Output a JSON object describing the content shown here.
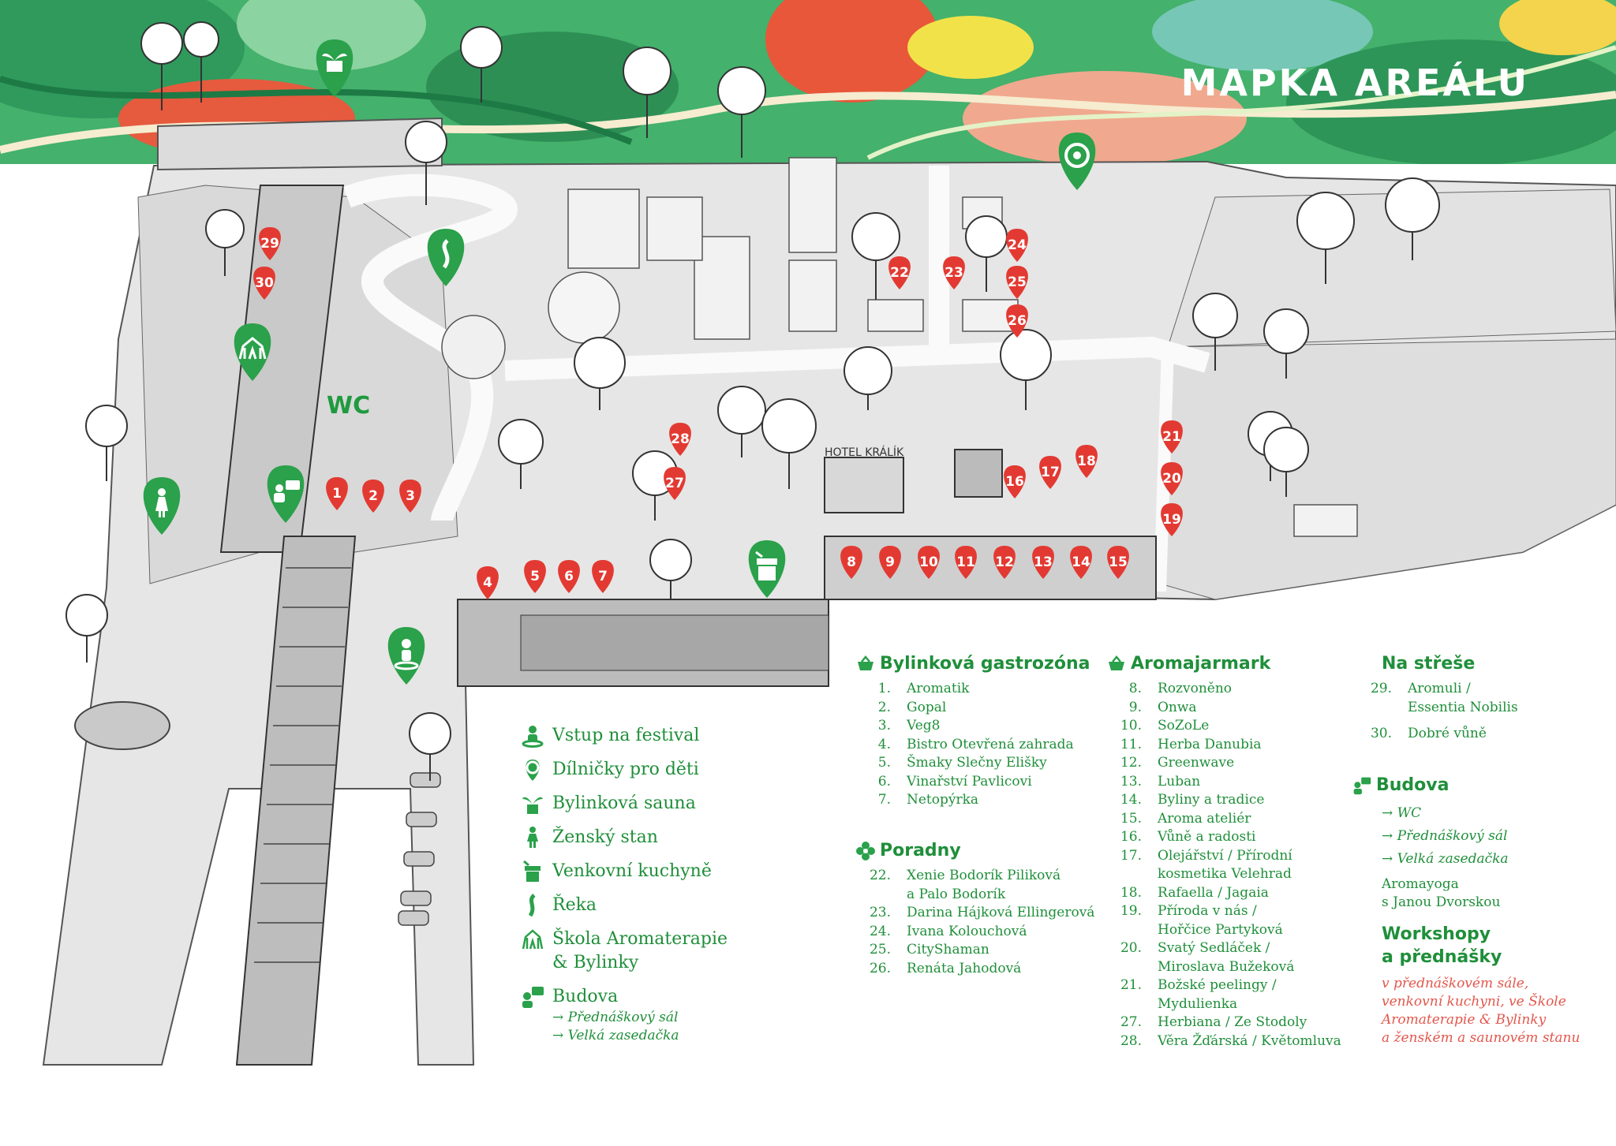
{
  "banner": {
    "title": "MAPKA AREÁLU"
  },
  "map": {
    "wc_label": "WC",
    "hotel_sign": "HOTEL KRÁLÍK",
    "pins": [
      "1",
      "2",
      "3",
      "4",
      "5",
      "6",
      "7",
      "8",
      "9",
      "10",
      "11",
      "12",
      "13",
      "14",
      "15",
      "16",
      "17",
      "18",
      "19",
      "20",
      "21",
      "22",
      "23",
      "24",
      "25",
      "26",
      "27",
      "28",
      "29",
      "30"
    ],
    "icons": [
      "plant-pot-icon",
      "river-icon",
      "tent-icon",
      "building-icon",
      "woman-icon",
      "kitchen-icon",
      "entrance-person-icon",
      "baby-icon"
    ]
  },
  "legend": {
    "items": [
      {
        "icon": "entrance-person-icon",
        "label": "Vstup na festival"
      },
      {
        "icon": "baby-icon",
        "label": "Dílničky pro děti"
      },
      {
        "icon": "plant-pot-icon",
        "label": "Bylinková sauna"
      },
      {
        "icon": "woman-icon",
        "label": "Ženský stan"
      },
      {
        "icon": "kitchen-icon",
        "label": "Venkovní kuchyně"
      },
      {
        "icon": "river-icon",
        "label": "Řeka"
      },
      {
        "icon": "tent-icon",
        "label": "Škola Aromaterapie"
      },
      {
        "icon": "building-icon",
        "label": "Budova"
      }
    ],
    "skola_line2": "& Bylinky",
    "budova_subs": [
      "→ Přednáškový sál",
      "→ Velká zasedačka"
    ]
  },
  "gastrozona": {
    "title": "Bylinková gastrozóna",
    "items": [
      {
        "n": "1.",
        "t": "Aromatik"
      },
      {
        "n": "2.",
        "t": "Gopal"
      },
      {
        "n": "3.",
        "t": "Veg8"
      },
      {
        "n": "4.",
        "t": "Bistro Otevřená zahrada"
      },
      {
        "n": "5.",
        "t": "Šmaky Slečny Elišky"
      },
      {
        "n": "6.",
        "t": "Vinařství Pavlicovi"
      },
      {
        "n": "7.",
        "t": "Netopýrka"
      }
    ]
  },
  "poradny": {
    "title": "Poradny",
    "items": [
      {
        "n": "22.",
        "t": "Xenie Bodorík Piliková"
      },
      {
        "n": "",
        "t": "a Palo Bodorík"
      },
      {
        "n": "23.",
        "t": "Darina Hájková Ellingerová"
      },
      {
        "n": "24.",
        "t": "Ivana Kolouchová"
      },
      {
        "n": "25.",
        "t": "CityShaman"
      },
      {
        "n": "26.",
        "t": "Renáta Jahodová"
      }
    ]
  },
  "aromajarmark": {
    "title": "Aromajarmark",
    "items": [
      {
        "n": "8.",
        "t": "Rozvoněno"
      },
      {
        "n": "9.",
        "t": "Onwa"
      },
      {
        "n": "10.",
        "t": "SoZoLe"
      },
      {
        "n": "11.",
        "t": "Herba Danubia"
      },
      {
        "n": "12.",
        "t": "Greenwave"
      },
      {
        "n": "13.",
        "t": "Luban"
      },
      {
        "n": "14.",
        "t": "Byliny a tradice"
      },
      {
        "n": "15.",
        "t": "Aroma ateliér"
      },
      {
        "n": "16.",
        "t": "Vůně a radosti"
      },
      {
        "n": "17.",
        "t": "Olejářství / Přírodní"
      },
      {
        "n": "",
        "t": "kosmetika Velehrad"
      },
      {
        "n": "18.",
        "t": "Rafaella / Jagaia"
      },
      {
        "n": "19.",
        "t": "Příroda v nás /"
      },
      {
        "n": "",
        "t": "Hořčice Partyková"
      },
      {
        "n": "20.",
        "t": "Svatý Sedláček /"
      },
      {
        "n": "",
        "t": "Miroslava Bužeková"
      },
      {
        "n": "21.",
        "t": "Božské peelingy /"
      },
      {
        "n": "",
        "t": "Mydulienka"
      },
      {
        "n": "27.",
        "t": "Herbiana / Ze Stodoly"
      },
      {
        "n": "28.",
        "t": "Věra Žďárská /  Květomluva"
      }
    ]
  },
  "strecha": {
    "title": "Na střeše",
    "items": [
      {
        "n": "29.",
        "t": "Aromuli /"
      },
      {
        "n": "",
        "t": "Essentia Nobilis"
      },
      {
        "n": "30.",
        "t": "Dobré vůně"
      }
    ]
  },
  "budova": {
    "title": "Budova",
    "subs": [
      "→ WC",
      "→ Přednáškový sál",
      "→ Velká zasedačka"
    ],
    "yoga1": "Aromayoga",
    "yoga2": "s Janou Dvorskou"
  },
  "workshopy": {
    "title1": "Workshopy",
    "title2": "a přednášky",
    "desc": [
      "v přednáškovém sále,",
      "venkovní kuchyni, ve Škole",
      "Aromaterapie & Bylinky",
      "a ženském a saunovém stanu"
    ]
  },
  "colors": {
    "green": "#1f8f3a",
    "pin_red": "#e23a32",
    "pin_green": "#2aa14a",
    "banner": "#3fae6a"
  }
}
